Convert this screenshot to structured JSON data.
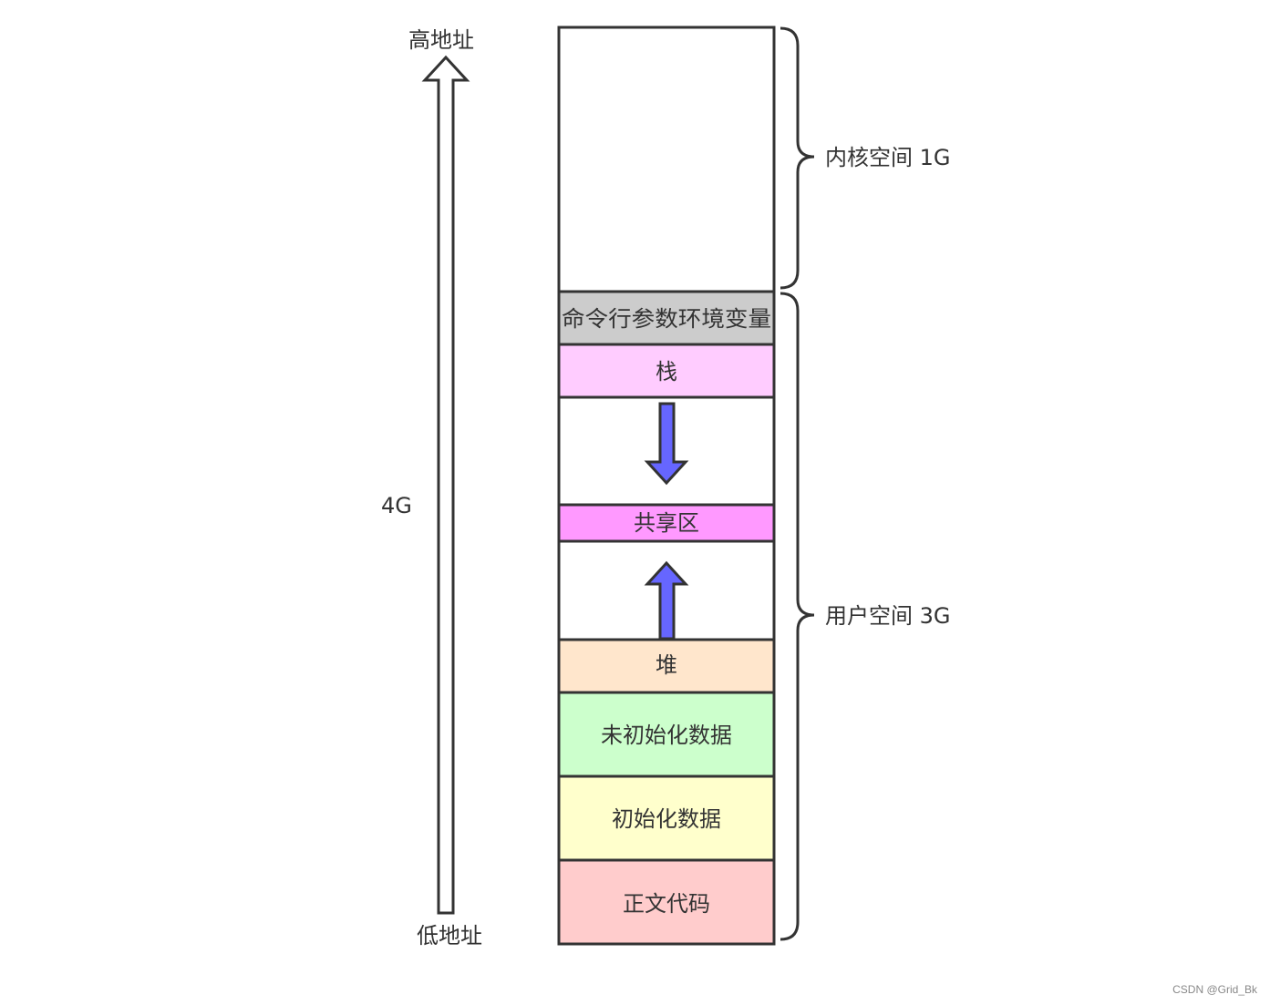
{
  "address_axis": {
    "high_label": "高地址",
    "low_label": "低地址",
    "size_label": "4G"
  },
  "segments": [
    {
      "id": "kernel",
      "label": "",
      "fill": "#ffffff"
    },
    {
      "id": "env",
      "label": "命令行参数环境变量",
      "fill": "#cccccc"
    },
    {
      "id": "stack",
      "label": "栈",
      "fill": "#ffccff"
    },
    {
      "id": "gap1",
      "label": "",
      "fill": "#ffffff"
    },
    {
      "id": "shared",
      "label": "共享区",
      "fill": "#ff99ff"
    },
    {
      "id": "gap2",
      "label": "",
      "fill": "#ffffff"
    },
    {
      "id": "heap",
      "label": "堆",
      "fill": "#ffe6cc"
    },
    {
      "id": "bss",
      "label": "未初始化数据",
      "fill": "#ccffcc"
    },
    {
      "id": "data",
      "label": "初始化数据",
      "fill": "#ffffcc"
    },
    {
      "id": "text",
      "label": "正文代码",
      "fill": "#ffcccc"
    }
  ],
  "braces": {
    "kernel_label": "内核空间 1G",
    "user_label": "用户空间 3G"
  },
  "growth_arrow_color": "#6666ff",
  "watermark": "CSDN @Grid_Bk"
}
